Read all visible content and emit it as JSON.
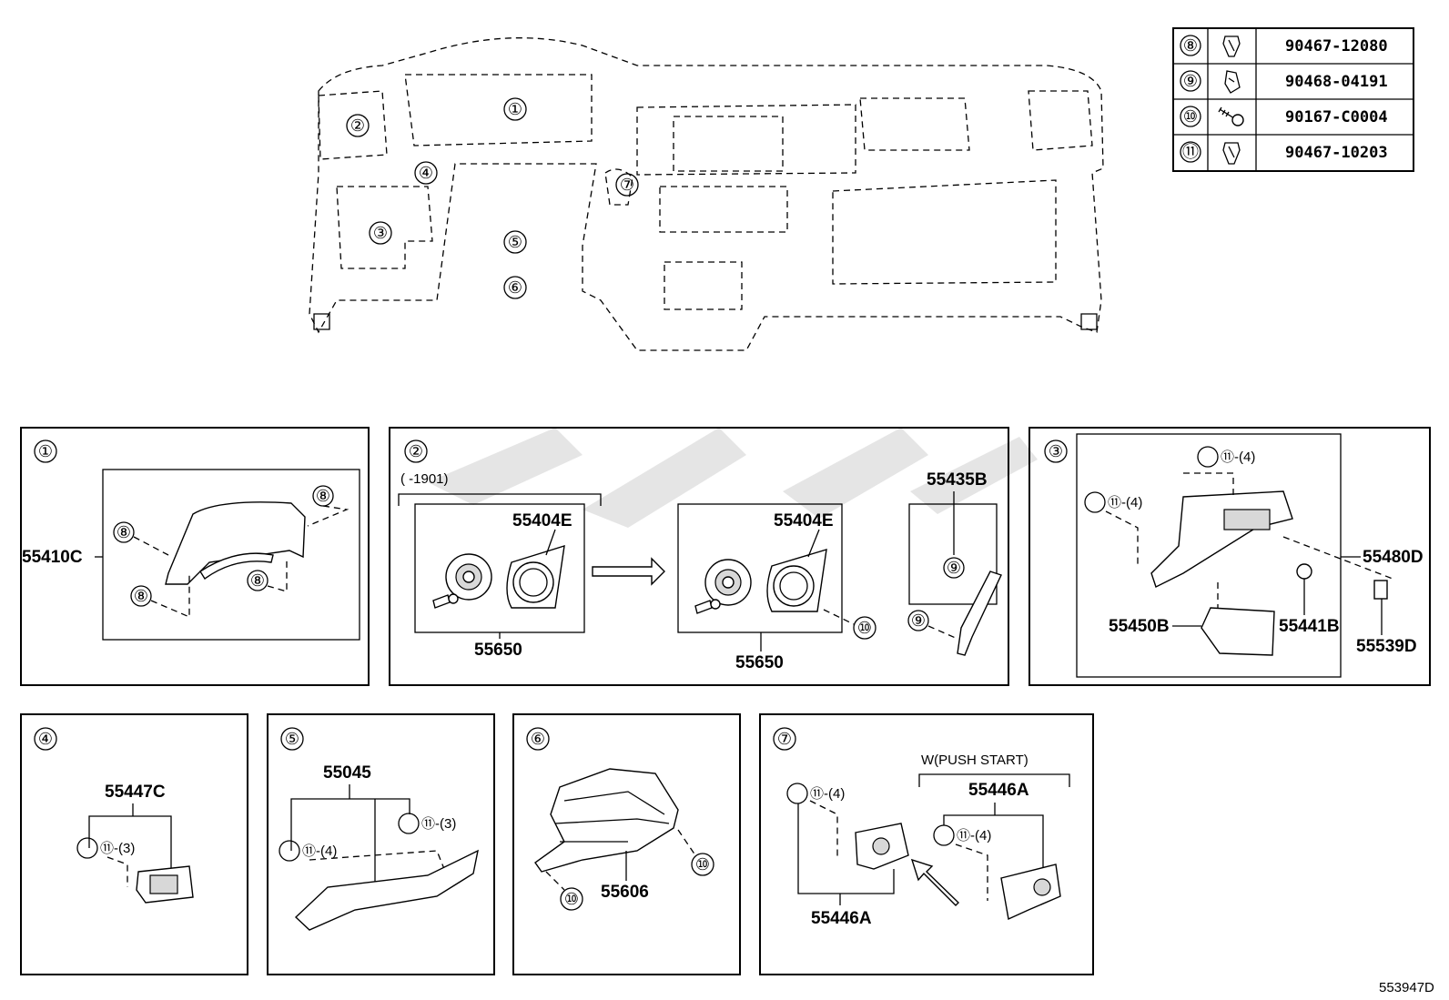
{
  "fastener_table": [
    {
      "ref": "⑧",
      "icon": "clip-icon",
      "part_no": "90467-12080"
    },
    {
      "ref": "⑨",
      "icon": "nut-clip-icon",
      "part_no": "90468-04191"
    },
    {
      "ref": "⑩",
      "icon": "screw-icon",
      "part_no": "90167-C0004"
    },
    {
      "ref": "⑪",
      "icon": "clip-icon",
      "part_no": "90467-10203"
    }
  ],
  "overview": {
    "callouts": [
      "①",
      "②",
      "③",
      "④",
      "⑤",
      "⑥",
      "⑦"
    ]
  },
  "panels": {
    "p1": {
      "id": "①",
      "parts": [
        "55410C"
      ],
      "clip": "⑧"
    },
    "p2": {
      "id": "②",
      "range_note": "( -1901)",
      "before_part": "55404E",
      "before_assy": "55650",
      "after_part": "55404E",
      "after_assy": "55650",
      "screw": "⑩",
      "side_part": "55435B",
      "side_clip": "⑨"
    },
    "p3": {
      "id": "③",
      "clip_top": "⑪-(4)",
      "clip_left": "⑪-(4)",
      "part_assy": "55480D",
      "part_box": "55450B",
      "part_stop": "55441B",
      "part_small": "55539D"
    },
    "p4": {
      "id": "④",
      "part": "55447C",
      "clip": "⑪-(3)"
    },
    "p5": {
      "id": "⑤",
      "part": "55045",
      "clip_left": "⑪-(4)",
      "clip_right": "⑪-(3)"
    },
    "p6": {
      "id": "⑥",
      "part": "55606",
      "screw": "⑩"
    },
    "p7": {
      "id": "⑦",
      "variant": "W(PUSH START)",
      "part_a": "55446A",
      "part_b": "55446A",
      "clip_a": "⑪-(4)",
      "clip_b": "⑪-(4)"
    }
  },
  "figure_id": "553947D"
}
